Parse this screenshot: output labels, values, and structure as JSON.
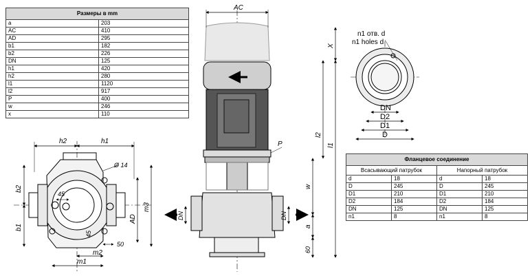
{
  "dimensions_table": {
    "header": "Размеры в mm",
    "rows": [
      {
        "key": "a",
        "value": "203"
      },
      {
        "key": "AC",
        "value": "410"
      },
      {
        "key": "AD",
        "value": "295"
      },
      {
        "key": "b1",
        "value": "182"
      },
      {
        "key": "b2",
        "value": "226"
      },
      {
        "key": "DN",
        "value": "125"
      },
      {
        "key": "h1",
        "value": "420"
      },
      {
        "key": "h2",
        "value": "280"
      },
      {
        "key": "l1",
        "value": "1120"
      },
      {
        "key": "l2",
        "value": "917"
      },
      {
        "key": "P",
        "value": "400"
      },
      {
        "key": "w",
        "value": "246"
      },
      {
        "key": "x",
        "value": "110"
      }
    ]
  },
  "flange_table": {
    "header": "Фланцевое соединение",
    "suction_label": "Всасывающий патрубок",
    "discharge_label": "Напорный патрубок",
    "rows": [
      {
        "k1": "d",
        "v1": "18",
        "k2": "d",
        "v2": "18"
      },
      {
        "k1": "D",
        "v1": "245",
        "k2": "D",
        "v2": "245"
      },
      {
        "k1": "D1",
        "v1": "210",
        "k2": "D1",
        "v2": "210"
      },
      {
        "k1": "D2",
        "v1": "184",
        "k2": "D2",
        "v2": "184"
      },
      {
        "k1": "DN",
        "v1": "125",
        "k2": "DN",
        "v2": "125"
      },
      {
        "k1": "n1",
        "v1": "8",
        "k2": "n1",
        "v2": "8"
      }
    ]
  },
  "drawing_labels": {
    "top": {
      "h2": "h2",
      "h1": "h1",
      "phi14": "Ø 14",
      "b2": "b2",
      "b1": "b1",
      "m3": "m3",
      "AD": "AD",
      "d45a": "45",
      "d45b": "45",
      "d50": "50",
      "m2": "m2",
      "m1": "m1"
    },
    "front": {
      "AC": "AC",
      "x": "X",
      "l2": "l2",
      "l1": "l1",
      "P": "P",
      "w": "w",
      "a": "a",
      "DN_left": "DN",
      "DN_right": "DN",
      "d60": "60"
    },
    "flange": {
      "n1_ru": "n1 отв. d",
      "n1_en": "n1 holes d",
      "DN": "DN",
      "D2": "D2",
      "D1": "D1",
      "D": "D"
    }
  }
}
